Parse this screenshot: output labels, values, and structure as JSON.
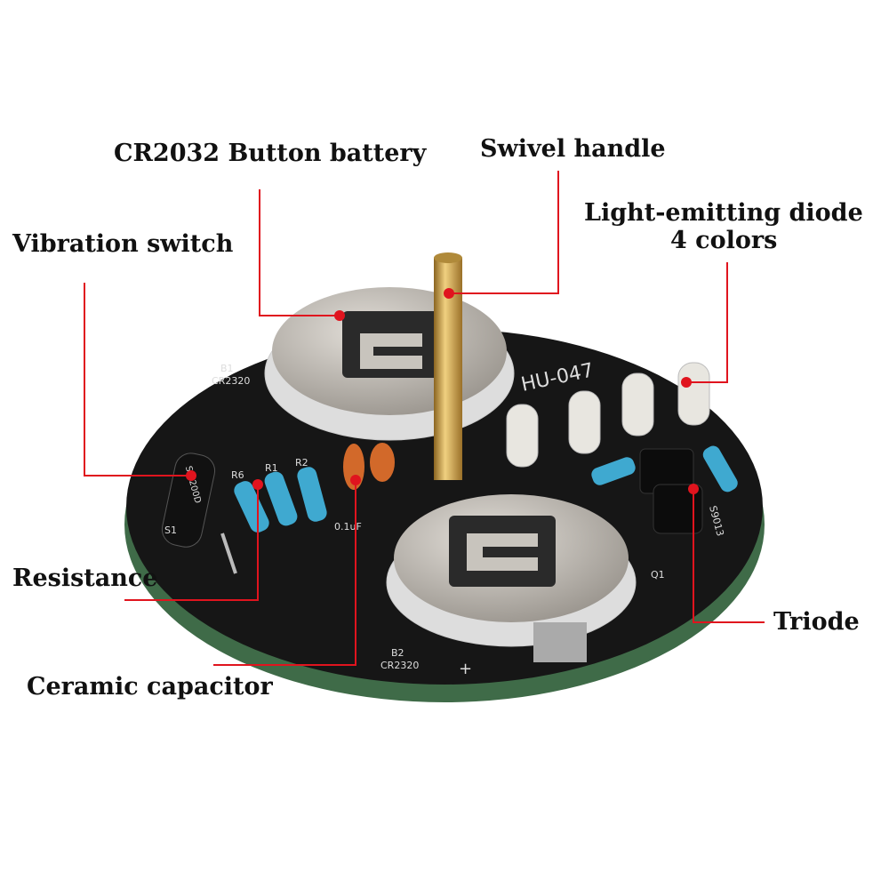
{
  "labels": {
    "battery": "CR2032 Button battery",
    "handle": "Swivel handle",
    "led_line1": "Light-emitting diode",
    "led_line2": "4 colors",
    "vibration": "Vibration switch",
    "resistance": "Resistance",
    "capacitor": "Ceramic capacitor",
    "triode": "Triode"
  },
  "board_markings": {
    "model": "HU-047",
    "b1": "B1",
    "b1_type": "CR2320",
    "b2": "B2",
    "b2_type": "CR2320",
    "s1": "S1",
    "switch_text": "SW200D",
    "r6": "R6",
    "r1": "R1",
    "r2": "R2",
    "cap": "0.1uF",
    "q1": "Q1",
    "transistor": "S9013",
    "plus": "+"
  },
  "colors": {
    "leader": "#e0141e",
    "board": "#161616",
    "board_edge": "#3f6b48",
    "brass": "#c9a04a",
    "metal": "#bdb8b0"
  }
}
